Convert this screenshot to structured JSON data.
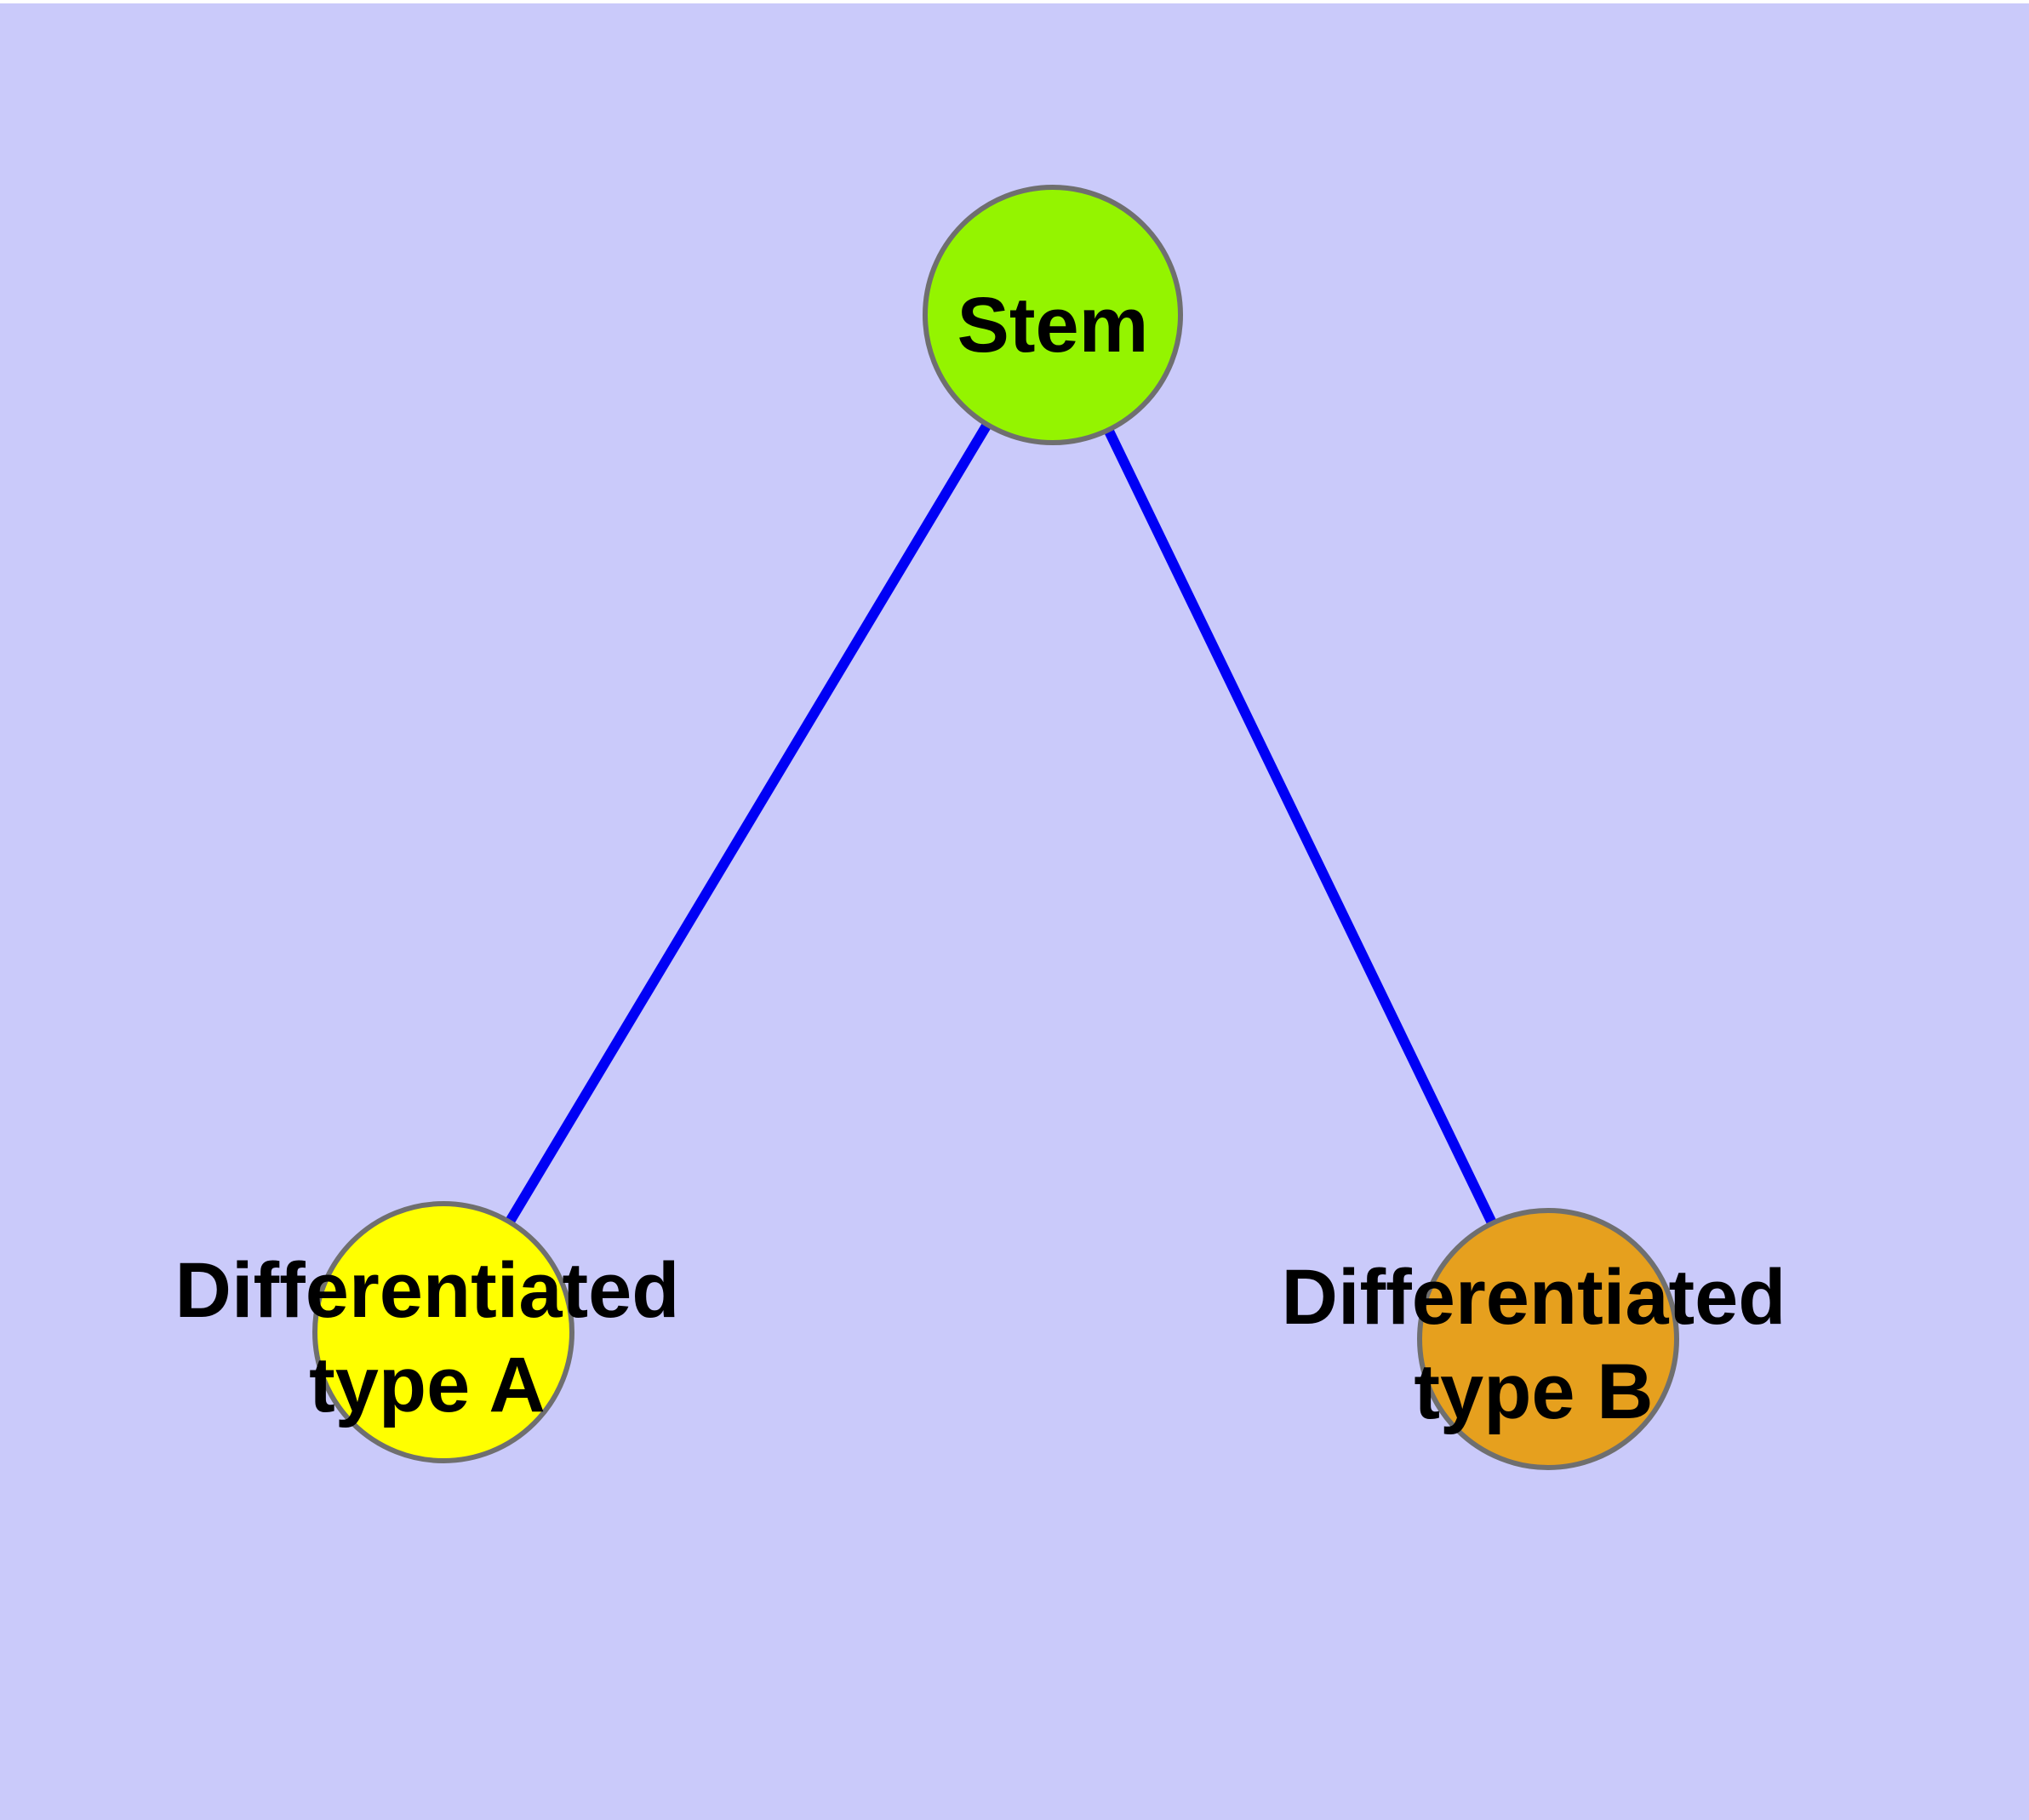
{
  "diagram": {
    "kind": "graph",
    "background_color": "#CACAFA",
    "top_strip_color": "#FFFFFF",
    "node_border_color": "#6F6F6F",
    "nodes": [
      {
        "id": "stem",
        "label": "Stem",
        "lines": [
          "Stem"
        ],
        "fill": "#94F400"
      },
      {
        "id": "differentiated-type-a",
        "label": "Differentiated type A",
        "lines": [
          "Differentiated",
          "type A"
        ],
        "fill": "#FFFF00"
      },
      {
        "id": "differentiated-type-b",
        "label": "Differentiated type B",
        "lines": [
          "Differentiated",
          "type B"
        ],
        "fill": "#E6A01E"
      }
    ],
    "edges": [
      {
        "from": "stem",
        "to": "differentiated-type-a",
        "color": "#0000F5"
      },
      {
        "from": "stem",
        "to": "differentiated-type-b",
        "color": "#0000F5"
      }
    ]
  }
}
